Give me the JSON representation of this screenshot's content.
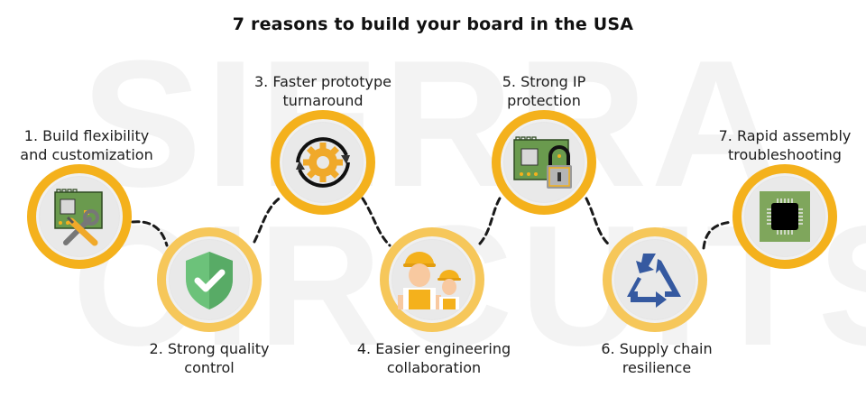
{
  "title": "7 reasons to build your board in the USA",
  "watermark": {
    "line1": "SIERRA",
    "line2": "CIRCUITS"
  },
  "colors": {
    "ring_dark": "#f4b11c",
    "ring_light": "#f6c75a",
    "circle_fill": "#e9e9e9",
    "connector": "#1a1a1a",
    "pcb_green": "#6a9a4e",
    "shield_green": "#5cb56b",
    "gear_orange": "#f0a92a",
    "recycle_blue": "#3559a0"
  },
  "reasons": [
    {
      "number": 1,
      "line1": "1. Build flexibility",
      "line2": "and customization",
      "icon": "pcb-wrench-screwdriver-icon"
    },
    {
      "number": 2,
      "line1": "2. Strong quality",
      "line2": "control",
      "icon": "shield-check-icon"
    },
    {
      "number": 3,
      "line1": "3. Faster prototype",
      "line2": "turnaround",
      "icon": "gear-cycle-icon"
    },
    {
      "number": 4,
      "line1": "4. Easier engineering",
      "line2": "collaboration",
      "icon": "engineers-icon"
    },
    {
      "number": 5,
      "line1": "5. Strong IP",
      "line2": "protection",
      "icon": "pcb-padlock-icon"
    },
    {
      "number": 6,
      "line1": "6. Supply chain",
      "line2": "resilience",
      "icon": "recycle-arrows-icon"
    },
    {
      "number": 7,
      "line1": "7. Rapid assembly",
      "line2": "troubleshooting",
      "icon": "microchip-icon"
    }
  ]
}
